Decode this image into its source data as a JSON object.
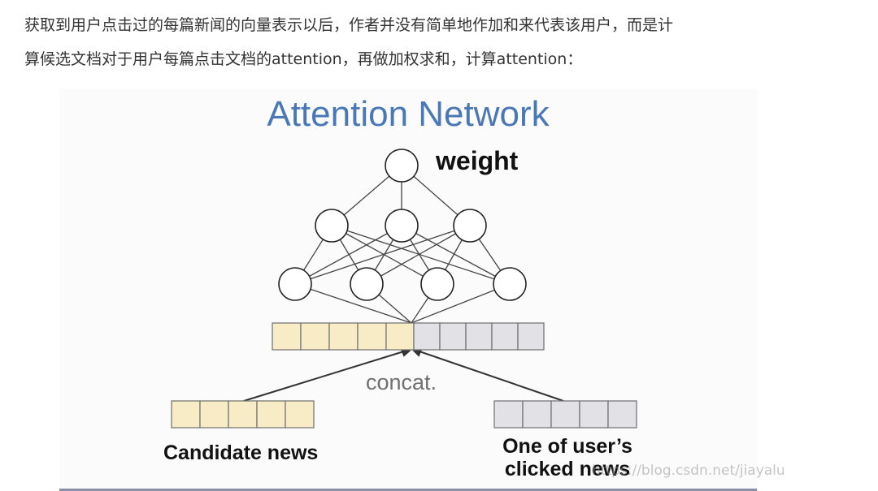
{
  "paragraph": {
    "line1": "获取到用户点击过的每篇新闻的向量表示以后，作者并没有简单地作加和来代表该用户，而是计",
    "line2": "算候选文档对于用户每篇点击文档的attention，再做加权求和，计算attention："
  },
  "figure": {
    "title": "Attention Network",
    "weight_label": "weight",
    "concat_label": "concat.",
    "candidate_label": "Candidate news",
    "clicked_label_line1": "One of user’s",
    "clicked_label_line2": "clicked news",
    "colors": {
      "candidate_fill": "#f8ecc6",
      "clicked_fill": "#e2e2e6",
      "title": "#4a78b6"
    }
  },
  "watermark": "https://blog.csdn.net/jiayalu"
}
